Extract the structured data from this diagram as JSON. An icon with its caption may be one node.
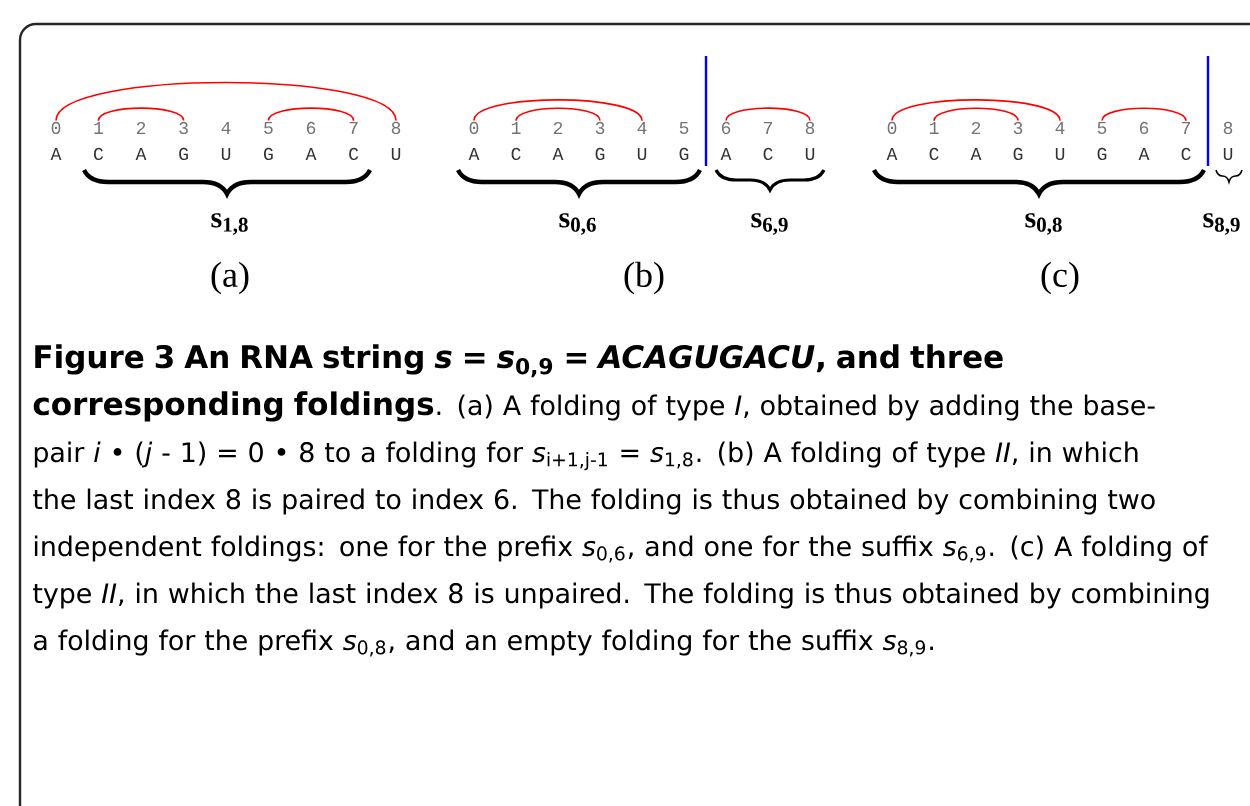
{
  "diagram": {
    "title": "Figure 3 An RNA string *s* = *s*$_{0,9}$ = *ACAGUGACU*, and three corresponding foldings",
    "caption": ". (a) A folding of type *I*, obtained by adding the base-pair *i* • (*j* - 1) = 0 • 8 to a folding for *s*$_{i+1,j-1}$ = *s*$_{1,8}$. (b) A folding of type *II*, in which the last index 8 is paired to index 6. The folding is thus obtained by combining two independent foldings: one for the prefix *s*$_{0,6}$, and one for the suffix *s*$_{6,9}$. (c) A folding of type *II*, in which the last index 8 is unpaired. The folding is thus obtained by combining a folding for the prefix *s*$_{0,8}$, and an empty folding for the suffix *s*$_{8,9}$.",
    "nodes": [
      {
        "text": [
          "0"
        ]
      },
      {
        "text": [
          "1"
        ]
      },
      {
        "text": [
          "2"
        ]
      },
      {
        "text": [
          "3"
        ]
      },
      {
        "text": [
          "4"
        ]
      },
      {
        "text": [
          "5"
        ]
      },
      {
        "text": [
          "6"
        ]
      },
      {
        "text": [
          "7"
        ]
      },
      {
        "text": [
          "8"
        ]
      },
      {
        "text": [
          "0"
        ]
      },
      {
        "text": [
          "1"
        ]
      },
      {
        "text": [
          "2"
        ]
      },
      {
        "text": [
          "3"
        ]
      },
      {
        "text": [
          "4"
        ]
      },
      {
        "text": [
          "5"
        ]
      },
      {
        "text": [
          "6"
        ]
      },
      {
        "text": [
          "7"
        ]
      },
      {
        "text": [
          "8"
        ]
      },
      {
        "text": [
          "0"
        ]
      },
      {
        "text": [
          "1"
        ]
      },
      {
        "text": [
          "2"
        ]
      },
      {
        "text": [
          "3"
        ]
      },
      {
        "text": [
          "4"
        ]
      },
      {
        "text": [
          "5"
        ]
      },
      {
        "text": [
          "6"
        ]
      },
      {
        "text": [
          "7"
        ]
      },
      {
        "text": [
          "8"
        ]
      }
    ],
    "edges": [
      {
        "from": 0,
        "to": 8,
        "arrow": "none"
      },
      {
        "from": 1,
        "to": 3,
        "arrow": "none"
      },
      {
        "from": 5,
        "to": 7,
        "arrow": "none"
      },
      {
        "from": 9,
        "to": 13,
        "arrow": "none"
      },
      {
        "from": 10,
        "to": 12,
        "arrow": "none"
      },
      {
        "from": 15,
        "to": 17,
        "arrow": "none"
      },
      {
        "from": 18,
        "to": 22,
        "arrow": "none"
      },
      {
        "from": 19,
        "to": 21,
        "arrow": "none"
      },
      {
        "from": 23,
        "to": 25,
        "arrow": "none"
      }
    ],
    "labels": [
      "A",
      "C",
      "A",
      "G",
      "U",
      "G",
      "A",
      "C",
      "U",
      "s$_{1,8}$",
      "(a)",
      "A",
      "C",
      "A",
      "G",
      "U",
      "G",
      "A",
      "C",
      "U",
      "s$_{0,6}$",
      "s$_{6,9}$",
      "(b)",
      "A",
      "C",
      "A",
      "G",
      "U",
      "G",
      "A",
      "C",
      "U",
      "s$_{0,8}$",
      "s$_{8,9}$",
      "(c)"
    ]
  }
}
